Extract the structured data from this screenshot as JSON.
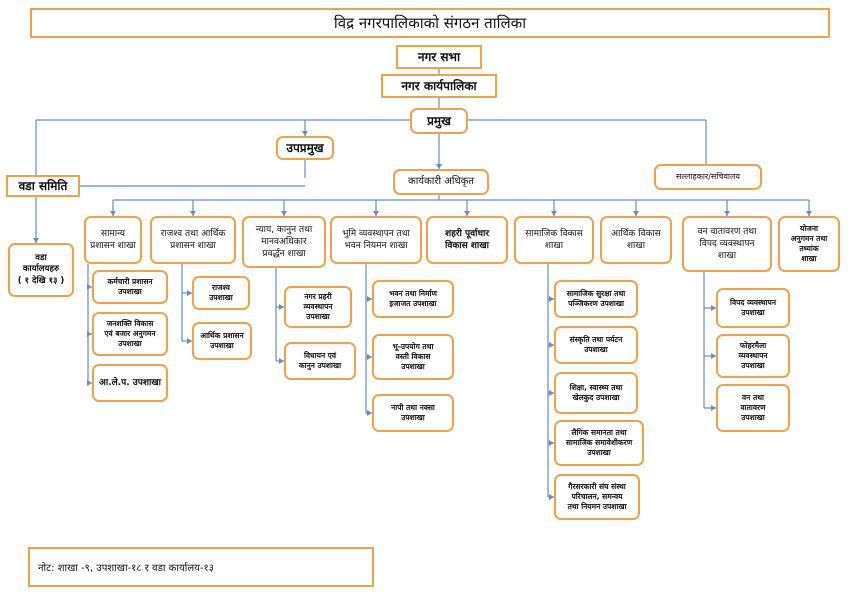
{
  "title": "विद्र नगरपालिकाको संगठन तालिका",
  "nagar_sabha": "नगर सभा",
  "nagar_karyapalika": "नगर कार्यपालिका",
  "pramukh": "प्रमुख",
  "upapramukh": "उपप्रमुख",
  "wada_samiti": "वडा समिति",
  "karyakari_adhikrit": "कार्यकारी अधिकृत",
  "sallahakar": "सल्लाहकार/सचिवालय",
  "wada_karyalaya": "वडा\nकार्यालयहरु\n( १ देखि १३ )",
  "shakhas": [
    "सामान्य\nप्रशासन शाखा",
    "राजश्व तथा आर्थिक\nप्रशासन शाखा",
    "न्याय, कानुन तथा\nमानवअधिकार\nप्रवर्द्धन शाखा",
    "भुमि व्यवस्थापन तथा\nभवन नियमन शाखा",
    "शहरी पूर्वाधार\nविकास शाखा",
    "सामाजिक विकास\nशाखा",
    "आर्थिक विकास\nशाखा",
    "वन वातावरण तथा\nविपद व्यवस्थापन\nशाखा",
    "योजना\nअनुगमन तथा\nतथ्यांक\nशाखा"
  ],
  "upashakha": {
    "samanya": [
      "कर्मचारी प्रशासन\nउपशाखा",
      "जनशक्ति विकास\nएवं बजार अनुगमन\nउपशाखा",
      "आ.ले.प. उपशाखा"
    ],
    "rajaswa": [
      "राजश्व\nउपशाखा",
      "आर्थिक प्रशासन\nउपशाखा"
    ],
    "nyaya": [
      "नगर प्रहरी\nव्यवस्थापन\nउपशाखा",
      "विधायन एवं\nकानुन उपशाखा"
    ],
    "bhumi": [
      "भवन तथा निर्माण\nइजाजत उपशाखा",
      "भू-उपयोग तथा\nवस्ती विकास\nउपशाखा",
      "नापी तथा नक्सा\nउपशाखा"
    ],
    "samajik": [
      "सामाजिक सुरक्षा तथा\nपञ्जिकरण उपशाखा",
      "संस्कृति तथा पर्यटन\nउपशाखा",
      "शिक्षा, स्वास्थ्य तथा\nखेलकुद उपशाखा",
      "लैगिक समानता तथा\nसामाजिक समावेशीकरण\nउपशाखा",
      "गैरसरकारी संघ संस्था\nपरिचालन, समन्वय\nतथा नियमन उपशाखा"
    ],
    "ban": [
      "विपद व्यवस्थापन\nउपशाखा",
      "फोहरमैला\nव्यवस्थापन\nउपशाखा",
      "वन तथा\nवातावरण\nउपशाखा"
    ]
  },
  "note": "नोट:  शाखा -९, उपशाखा-१८ र वडा कार्यालय-१३",
  "colors": {
    "box_border": "#f0a24a",
    "connector": "#5b8fd0"
  }
}
